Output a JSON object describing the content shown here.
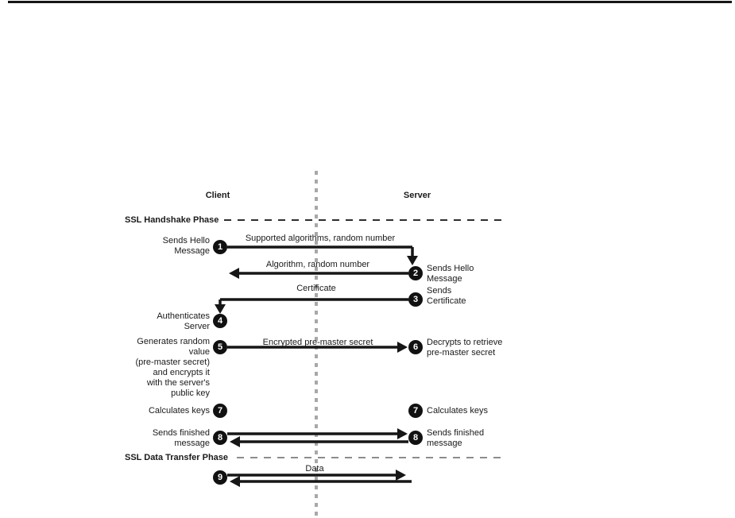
{
  "diagram": {
    "columns": {
      "client": "Client",
      "server": "Server"
    },
    "phases": {
      "handshake": "SSL Handshake Phase",
      "data_transfer": "SSL Data Transfer Phase"
    },
    "steps": [
      {
        "num": "1",
        "actor": "client",
        "label": "Sends Hello\nMessage",
        "message": "Supported algorithms, random number"
      },
      {
        "num": "2",
        "actor": "server",
        "label": "Sends Hello\nMessage",
        "message": "Algorithm, random number"
      },
      {
        "num": "3",
        "actor": "server",
        "label": "Sends\nCertificate",
        "message": "Certificate"
      },
      {
        "num": "4",
        "actor": "client",
        "label": "Authenticates\nServer"
      },
      {
        "num": "5",
        "actor": "client",
        "label": "Generates random\nvalue\n(pre-master secret)\nand encrypts it\nwith the server's\npublic key",
        "message": "Encrypted pre-master secret"
      },
      {
        "num": "6",
        "actor": "server",
        "label": "Decrypts to retrieve\npre-master secret"
      },
      {
        "num": "7",
        "actor": "both",
        "client_label": "Calculates keys",
        "server_label": "Calculates keys"
      },
      {
        "num": "8",
        "actor": "both",
        "client_label": "Sends finished\nmessage",
        "server_label": "Sends finished\nmessage"
      },
      {
        "num": "9",
        "actor": "client",
        "message": "Data"
      }
    ],
    "colors": {
      "ink": "#161616",
      "column_divider_dash": "#a8a8a8",
      "handshake_phase_dash": "#2e2e2e",
      "data_phase_dash": "#8c8c8c",
      "background": "#ffffff"
    }
  }
}
